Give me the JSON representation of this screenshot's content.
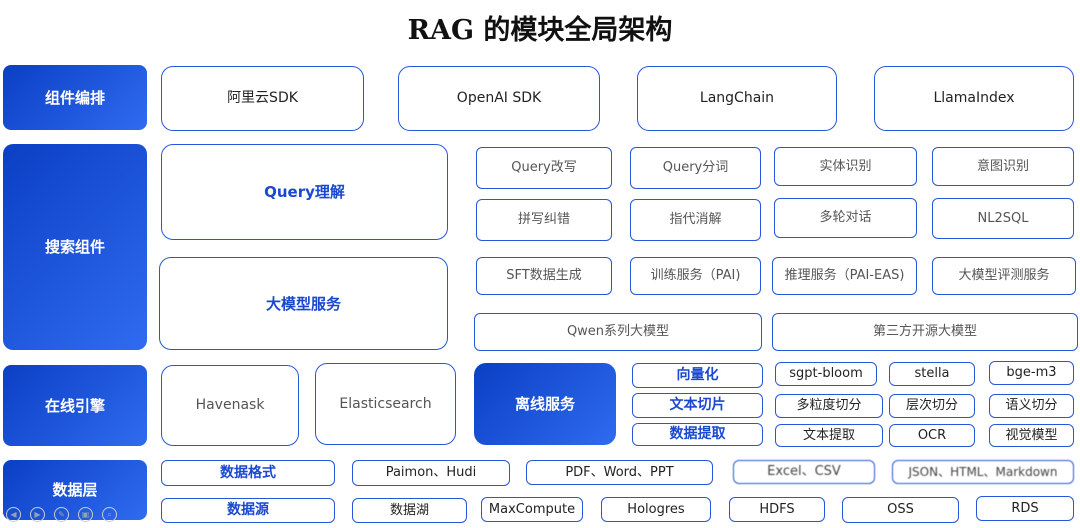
{
  "title": "RAG 的模块全局架构",
  "rows": {
    "orchestration": {
      "header": "组件编排",
      "items": [
        "阿里云SDK",
        "OpenAI SDK",
        "LangChain",
        "LlamaIndex"
      ]
    },
    "search": {
      "header": "搜索组件",
      "query_understanding": "Query理解",
      "llm_service": "大模型服务",
      "query_items": [
        "Query改写",
        "Query分词",
        "实体识别",
        "意图识别",
        "拼写纠错",
        "指代消解",
        "多轮对话",
        "NL2SQL"
      ],
      "llm_items": [
        "SFT数据生成",
        "训练服务（PAI)",
        "推理服务（PAI-EAS)",
        "大模型评测服务"
      ],
      "models": [
        "Qwen系列大模型",
        "第三方开源大模型"
      ]
    },
    "online": {
      "header": "在线引擎",
      "engines": [
        "Havenask",
        "Elasticsearch"
      ],
      "offline": "离线服务",
      "offline_items": [
        "向量化",
        "文本切片",
        "数据提取"
      ],
      "vector_models": [
        "sgpt-bloom",
        "stella",
        "bge-m3"
      ],
      "chunking": [
        "多粒度切分",
        "层次切分",
        "语义切分"
      ],
      "extraction": [
        "文本提取",
        "OCR",
        "视觉模型"
      ]
    },
    "data": {
      "header": "数据层",
      "format_label": "数据格式",
      "formats": [
        "Paimon、Hudi",
        "PDF、Word、PPT",
        "Excel、CSV",
        "JSON、HTML、Markdown"
      ],
      "source_label": "数据源",
      "sources": [
        "数据湖",
        "MaxCompute",
        "Hologres",
        "HDFS",
        "OSS",
        "RDS"
      ]
    }
  },
  "toolbar_icons": [
    "prev-icon",
    "next-icon",
    "pen-icon",
    "save-icon",
    "zoom-icon"
  ],
  "toolbar_glyphs": [
    "◀",
    "▶",
    "✎",
    "▣",
    "⌕"
  ]
}
